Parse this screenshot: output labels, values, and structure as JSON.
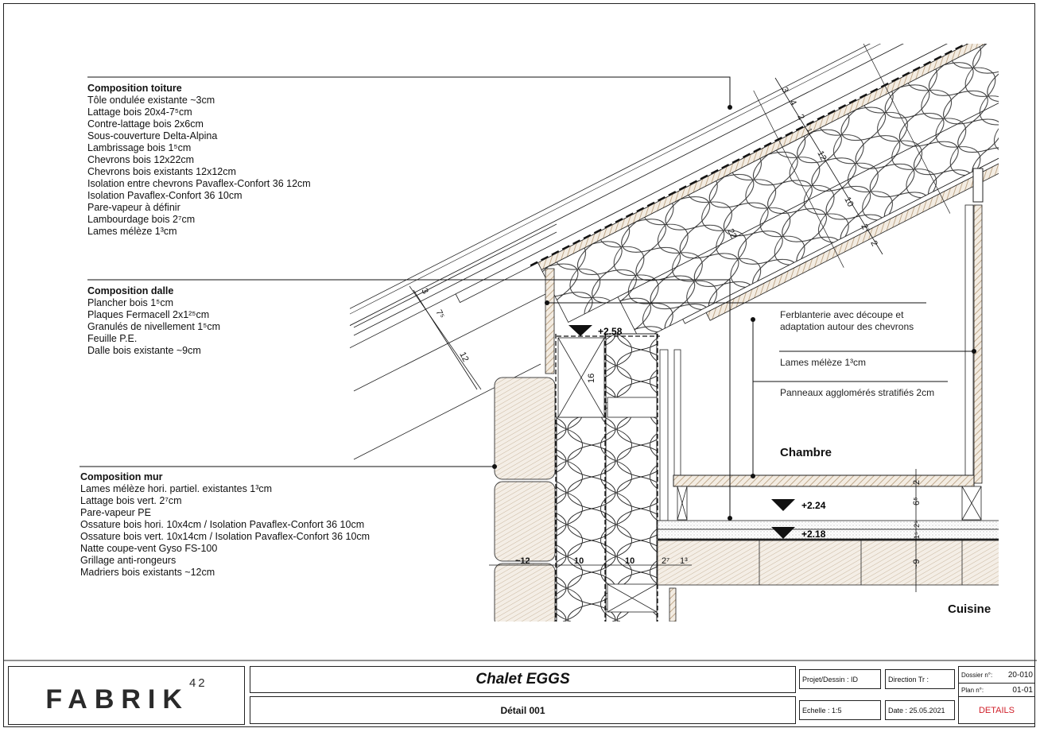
{
  "composition_toiture": {
    "title": "Composition toiture",
    "items": [
      "Tôle ondulée existante ~3cm",
      "Lattage bois 20x4-7⁵cm",
      "Contre-lattage bois 2x6cm",
      "Sous-couverture Delta-Alpina",
      "Lambrissage bois 1⁵cm",
      "Chevrons bois 12x22cm",
      "Chevrons bois existants 12x12cm",
      "Isolation entre chevrons Pavaflex-Confort 36 12cm",
      "Isolation Pavaflex-Confort 36 10cm",
      "Pare-vapeur à définir",
      "Lambourdage bois 2⁷cm",
      "Lames mélèze 1³cm"
    ]
  },
  "composition_dalle": {
    "title": "Composition dalle",
    "items": [
      "Plancher bois 1⁵cm",
      "Plaques Fermacell 2x1²⁵cm",
      "Granulés de nivellement 1⁵cm",
      "Feuille P.E.",
      "Dalle bois existante ~9cm"
    ]
  },
  "composition_mur": {
    "title": "Composition mur",
    "items": [
      "Lames mélèze hori. partiel. existantes 1³cm",
      "Lattage bois vert. 2⁷cm",
      "Pare-vapeur PE",
      "Ossature bois hori. 10x4cm / Isolation Pavaflex-Confort 36 10cm",
      "Ossature bois vert. 10x14cm / Isolation Pavaflex-Confort 36 10cm",
      "Natte coupe-vent Gyso FS-100",
      "Grillage anti-rongeurs",
      "Madriers bois existants ~12cm"
    ]
  },
  "notes": {
    "ferblanterie": [
      "Ferblanterie avec découpe et",
      "adaptation autour des chevrons"
    ],
    "lames": "Lames mélèze 1³cm",
    "panneaux": "Panneaux agglomérés stratifiés 2cm"
  },
  "rooms": {
    "chambre": "Chambre",
    "cuisine": "Cuisine"
  },
  "levels": {
    "l1": "+2.58",
    "l2": "+2.24",
    "l3": "+2.18"
  },
  "dimensions": {
    "roof_outer": [
      "3",
      "4",
      "2",
      "1⁵",
      "12",
      "10",
      "2⁷",
      "2",
      "22"
    ],
    "eave": [
      "3",
      "7⁵",
      "12"
    ],
    "wall": [
      "~12",
      "10",
      "10",
      "2⁷",
      "1³"
    ],
    "stud": "16",
    "slab": [
      "2",
      "6⁵",
      "2⁵",
      "1⁵",
      "~9"
    ]
  },
  "title_block": {
    "logo": "FABRIK",
    "logo_sup": "42",
    "project": "Chalet EGGS",
    "subtitle": "Détail 001",
    "projet_dessin": "Projet/Dessin : ID",
    "direction": "Direction Tr :",
    "echelle": "Echelle : 1:5",
    "date": "Date : 25.05.2021",
    "dossier_label": "Dossier n°:",
    "dossier_value": "20-010",
    "plan_label": "Plan n°:",
    "plan_value": "01-01",
    "category": "DETAILS",
    "category_color": "#d0202a"
  }
}
